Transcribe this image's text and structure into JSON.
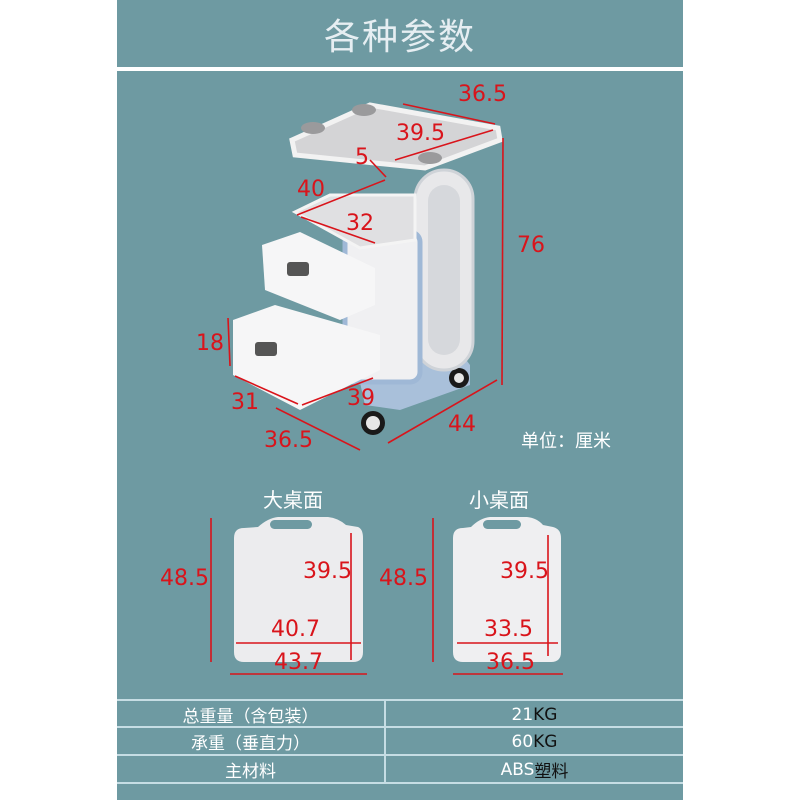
{
  "header": {
    "title": "各种参数"
  },
  "colors": {
    "panel_bg": "#6e9aa2",
    "dimension_red": "#d9141b",
    "divider": "#c6dde4"
  },
  "product_diagram": {
    "name": "cart",
    "unit_label": "单位：厘米",
    "dimensions": {
      "top_tray_depth": "36.5",
      "top_tray_width": "39.5",
      "top_tray_lip": "5",
      "middle_tray_width": "40",
      "middle_tray_depth": "32",
      "total_height": "76",
      "drawer_height": "18",
      "drawer_depth": "31",
      "drawer_width": "39",
      "base_width": "36.5",
      "base_depth": "44"
    }
  },
  "tabletops": [
    {
      "label": "大桌面",
      "total_height": "48.5",
      "inner_height": "39.5",
      "inner_width": "40.7",
      "outer_width": "43.7"
    },
    {
      "label": "小桌面",
      "total_height": "48.5",
      "inner_height": "39.5",
      "inner_width": "33.5",
      "outer_width": "36.5"
    }
  ],
  "specs": {
    "rows": [
      {
        "label": "总重量（含包装）",
        "value_num": "21",
        "value_unit": "KG"
      },
      {
        "label": "承重（垂直力）",
        "value_num": "60",
        "value_unit": "KG"
      },
      {
        "label": "主材料",
        "value_num": "ABS",
        "value_unit": "塑料"
      }
    ]
  }
}
